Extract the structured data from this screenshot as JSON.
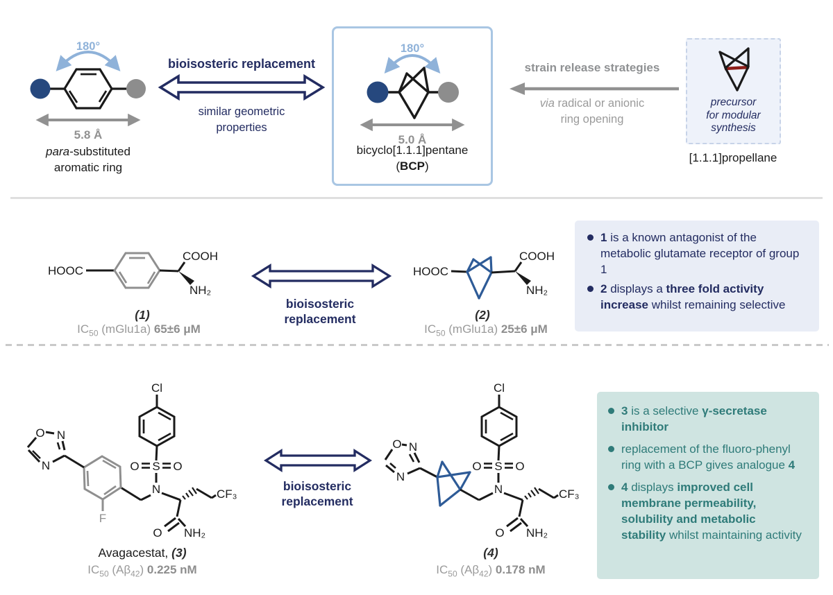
{
  "palette": {
    "navy": "#232c61",
    "steel_blue_bcp": "#2e5b97",
    "light_blue": "#8fb2d9",
    "substituent_blue_circle": "#26487e",
    "substituent_gray_circle": "#8d8d8d",
    "gray_text": "#8f9193",
    "structure_gray": "#8f8f8f",
    "teal_text": "#2f7b79",
    "teal_note_bg": "#cfe4e1",
    "navy_note_bg": "#e9edf6",
    "bcp_box_border": "#a9c6e3",
    "propellane_central_bond_red": "#8c1d18"
  },
  "atoms": {
    "HOOC": "HOOC",
    "COOH": "COOH",
    "NH2": "NH₂",
    "CF3": "CF₃",
    "O": "O",
    "N": "N",
    "S": "S",
    "Cl": "Cl",
    "F": "F"
  },
  "top": {
    "aromatic": {
      "angle": "180°",
      "distance": "5.8 Å",
      "caption_italic": "para",
      "caption_after": "-substituted",
      "caption_line2": "aromatic ring"
    },
    "replacement_title": "bioisosteric replacement",
    "replacement_sub1": "similar geometric",
    "replacement_sub2": "properties",
    "bcp": {
      "angle": "180°",
      "distance": "5.0 Å",
      "caption": "bicyclo[1.1.1]pentane",
      "abbr_open": "(",
      "abbr": "BCP",
      "abbr_close": ")"
    },
    "strain_title": "strain release strategies",
    "strain_sub_italic": "via",
    "strain_sub_after": " radical or anionic",
    "strain_sub_line2": "ring opening",
    "propellane": {
      "tag1": "precursor",
      "tag2": "for modular",
      "tag3": "synthesis",
      "name": "[1.1.1]propellane"
    }
  },
  "middle": {
    "arrow_line1": "bioisosteric",
    "arrow_line2": "replacement",
    "compound1": {
      "number": "(1)",
      "ic": "IC",
      "ic_sub": "50",
      "assay": " (mGlu1a) ",
      "value": "65±6 μM"
    },
    "compound2": {
      "number": "(2)",
      "ic": "IC",
      "ic_sub": "50",
      "assay": " (mGlu1a) ",
      "value": "25±6 μM"
    },
    "notes": {
      "bullets": [
        {
          "s": [
            {
              "t": "1",
              "b": true
            },
            {
              "t": " is a known antagonist of the metabolic glutamate receptor of group 1",
              "b": false
            }
          ]
        },
        {
          "s": [
            {
              "t": "2",
              "b": true
            },
            {
              "t": " displays a ",
              "b": false
            },
            {
              "t": "three fold activity increase",
              "b": true
            },
            {
              "t": " whilst remaining selective",
              "b": false
            }
          ]
        }
      ]
    }
  },
  "bottom": {
    "arrow_line1": "bioisosteric",
    "arrow_line2": "replacement",
    "compound3": {
      "name": "Avagacestat, ",
      "number": "(3)",
      "ic": "IC",
      "ic_sub": "50",
      "assay_pre": " (Aβ",
      "assay_sub": "42",
      "assay_post": ") ",
      "value": "0.225 nM"
    },
    "compound4": {
      "number": "(4)",
      "ic": "IC",
      "ic_sub": "50",
      "assay_pre": " (Aβ",
      "assay_sub": "42",
      "assay_post": ") ",
      "value": "0.178 nM"
    },
    "notes": {
      "bullets": [
        {
          "s": [
            {
              "t": "3",
              "b": true
            },
            {
              "t": " is a selective ",
              "b": false
            },
            {
              "t": "γ-secretase inhibitor",
              "b": true
            }
          ]
        },
        {
          "s": [
            {
              "t": "replacement of the fluoro-phenyl ring with a BCP gives analogue ",
              "b": false
            },
            {
              "t": "4",
              "b": true
            }
          ]
        },
        {
          "s": [
            {
              "t": "4",
              "b": true
            },
            {
              "t": " displays ",
              "b": false
            },
            {
              "t": "improved cell membrane permeability, solubility and metabolic stability",
              "b": true
            },
            {
              "t": " whilst maintaining activity",
              "b": false
            }
          ]
        }
      ]
    }
  }
}
